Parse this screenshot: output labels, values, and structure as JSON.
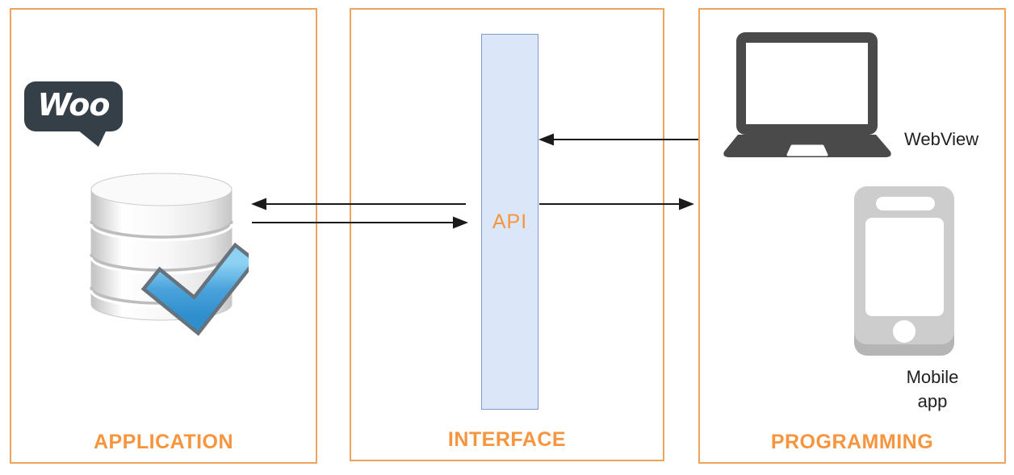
{
  "colors": {
    "orange-border": "#f0a35e",
    "orange-text": "#f7953e",
    "api-fill": "#dbe7f8",
    "api-border": "#7d9cc9",
    "arrow": "#1a1a1a",
    "device-dark": "#4a4a4a",
    "device-light": "#cdcdcd",
    "woo-bubble": "#353f47",
    "check-blue": "#3493d2"
  },
  "columns": {
    "application": {
      "label": "APPLICATION"
    },
    "interface": {
      "label": "INTERFACE"
    },
    "programming": {
      "label": "PROGRAMMING"
    }
  },
  "api": {
    "label": "API"
  },
  "woo": {
    "text": "Woo"
  },
  "devices": {
    "webview": {
      "label": "WebView"
    },
    "mobile": {
      "label_line1": "Mobile",
      "label_line2": "app"
    }
  },
  "icons": [
    "woo-logo",
    "database-icon",
    "checkmark-icon",
    "laptop-icon",
    "smartphone-icon"
  ],
  "arrows": [
    {
      "from": "api",
      "to": "database",
      "direction": "left"
    },
    {
      "from": "database",
      "to": "api",
      "direction": "right"
    },
    {
      "from": "webview",
      "to": "api",
      "direction": "left"
    },
    {
      "from": "api",
      "to": "programming",
      "direction": "right"
    }
  ]
}
